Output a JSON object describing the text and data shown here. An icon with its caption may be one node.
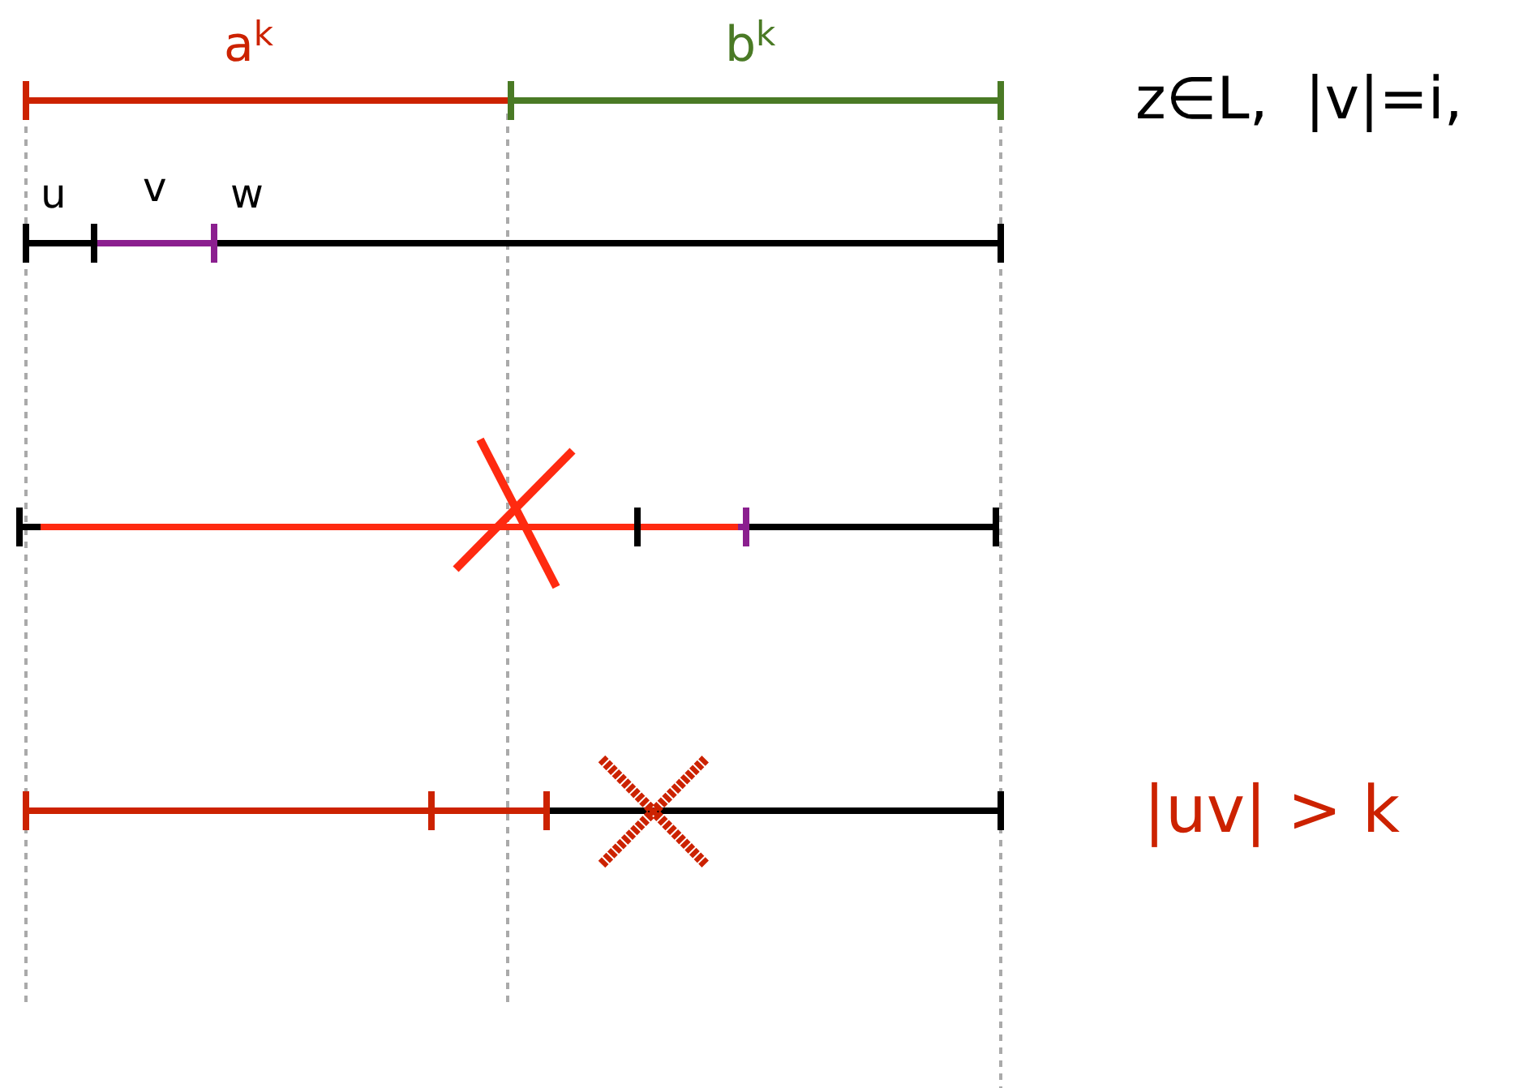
{
  "diagram": {
    "labels": [
      "a$^{k}$",
      "b$^{k}$",
      "z∈L,  |v|=i,",
      "u",
      "v",
      "w",
      "|uv| > k"
    ]
  }
}
